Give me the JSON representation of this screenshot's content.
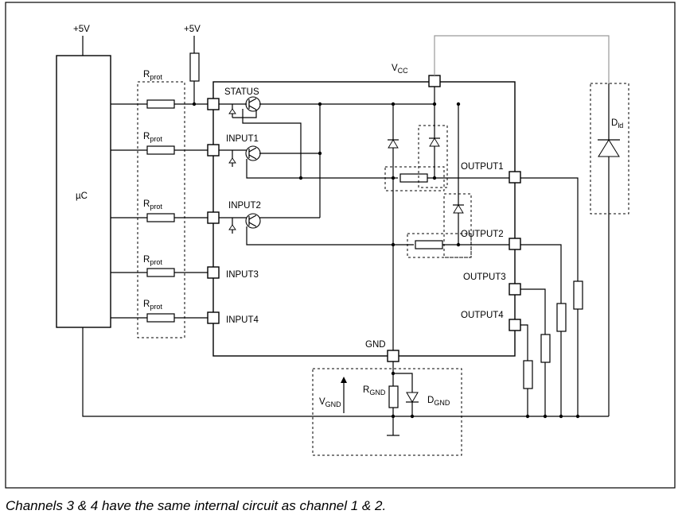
{
  "labels": {
    "supply_left": "+5V",
    "supply_mid": "+5V",
    "mcu": "µC",
    "vcc_main": "V",
    "vcc_sub": "CC",
    "rprot_main": "R",
    "rprot_sub": "prot",
    "status": "STATUS",
    "input1": "INPUT1",
    "input2": "INPUT2",
    "input3": "INPUT3",
    "input4": "INPUT4",
    "output1": "OUTPUT1",
    "output2": "OUTPUT2",
    "output3": "OUTPUT3",
    "output4": "OUTPUT4",
    "gnd": "GND",
    "rgnd_main": "R",
    "rgnd_sub": "GND",
    "dgnd_main": "D",
    "dgnd_sub": "GND",
    "vgnd_main": "V",
    "vgnd_sub": "GND",
    "dld_main": "D",
    "dld_sub": "ld"
  },
  "caption": "Channels 3 & 4 have the same internal circuit as channel 1 & 2."
}
